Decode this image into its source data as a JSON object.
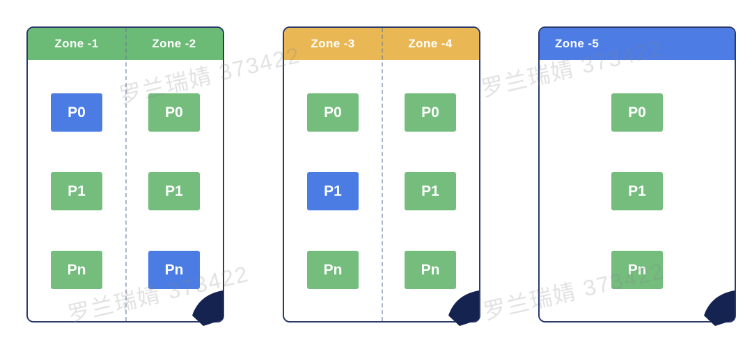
{
  "watermark": {
    "text": "罗兰瑞婧 373422"
  },
  "colors": {
    "header_green": "#6bba75",
    "header_amber": "#e9b854",
    "header_blue": "#4d7ce4",
    "box_green": "#74bd7d",
    "box_blue": "#4a7ce4",
    "border_navy": "#2c3a6b",
    "fold_navy": "#152350"
  },
  "cards": [
    {
      "header_color": "#6bba75",
      "zones": [
        {
          "label": "Zone -1",
          "partitions": [
            {
              "label": "P0",
              "color": "#4a7ce4"
            },
            {
              "label": "P1",
              "color": "#74bd7d"
            },
            {
              "label": "Pn",
              "color": "#74bd7d"
            }
          ]
        },
        {
          "label": "Zone -2",
          "partitions": [
            {
              "label": "P0",
              "color": "#74bd7d"
            },
            {
              "label": "P1",
              "color": "#74bd7d"
            },
            {
              "label": "Pn",
              "color": "#4a7ce4"
            }
          ]
        }
      ]
    },
    {
      "header_color": "#e9b854",
      "zones": [
        {
          "label": "Zone -3",
          "partitions": [
            {
              "label": "P0",
              "color": "#74bd7d"
            },
            {
              "label": "P1",
              "color": "#4a7ce4"
            },
            {
              "label": "Pn",
              "color": "#74bd7d"
            }
          ]
        },
        {
          "label": "Zone -4",
          "partitions": [
            {
              "label": "P0",
              "color": "#74bd7d"
            },
            {
              "label": "P1",
              "color": "#74bd7d"
            },
            {
              "label": "Pn",
              "color": "#74bd7d"
            }
          ]
        }
      ]
    },
    {
      "header_color": "#4d7ce4",
      "zones": [
        {
          "label": "Zone -5",
          "partitions": [
            {
              "label": "P0",
              "color": "#74bd7d"
            },
            {
              "label": "P1",
              "color": "#74bd7d"
            },
            {
              "label": "Pn",
              "color": "#74bd7d"
            }
          ]
        }
      ]
    }
  ]
}
